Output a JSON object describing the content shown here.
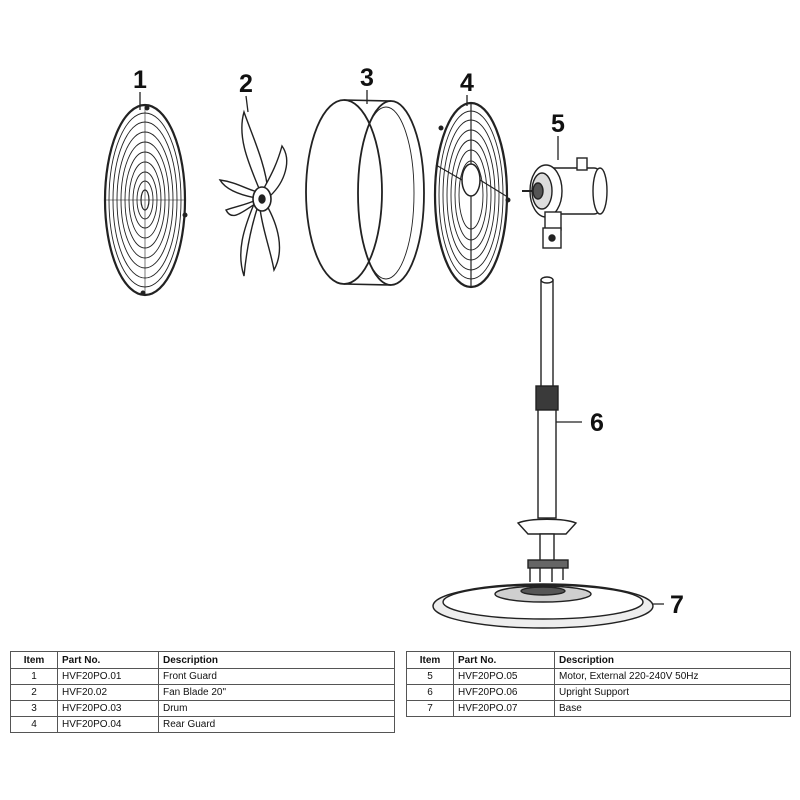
{
  "callouts": [
    "1",
    "2",
    "3",
    "4",
    "5",
    "6",
    "7"
  ],
  "table": {
    "headers": [
      "Item",
      "Part No.",
      "Description"
    ],
    "left_rows": [
      {
        "item": "1",
        "part_no": "HVF20PO.01",
        "description": "Front Guard"
      },
      {
        "item": "2",
        "part_no": "HVF20.02",
        "description": "Fan Blade 20\""
      },
      {
        "item": "3",
        "part_no": "HVF20PO.03",
        "description": "Drum"
      },
      {
        "item": "4",
        "part_no": "HVF20PO.04",
        "description": "Rear Guard"
      }
    ],
    "right_rows": [
      {
        "item": "5",
        "part_no": "HVF20PO.05",
        "description": "Motor, External 220-240V 50Hz"
      },
      {
        "item": "6",
        "part_no": "HVF20PO.06",
        "description": "Upright Support"
      },
      {
        "item": "7",
        "part_no": "HVF20PO.07",
        "description": "Base"
      }
    ]
  }
}
